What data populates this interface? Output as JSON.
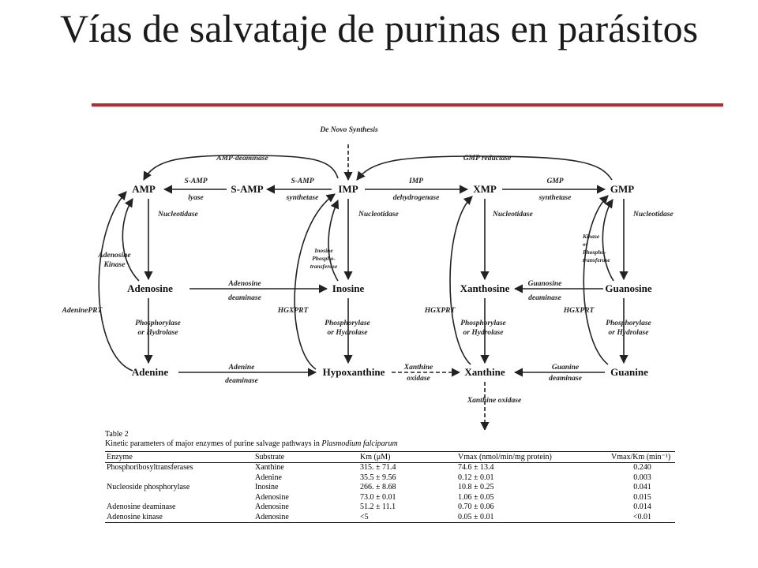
{
  "title": "Vías de salvataje de purinas en parásitos",
  "colors": {
    "rule": "#c0272d",
    "ink": "#111111"
  },
  "diagram": {
    "top_label": "De Novo Synthesis",
    "nodes": {
      "amp": "AMP",
      "samp": "S-AMP",
      "imp": "IMP",
      "xmp": "XMP",
      "gmp": "GMP",
      "adenosine": "Adenosine",
      "inosine": "Inosine",
      "xanthosine": "Xanthosine",
      "guanosine": "Guanosine",
      "adenine": "Adenine",
      "hypoxanthine": "Hypoxanthine",
      "xanthine": "Xanthine",
      "guanine": "Guanine"
    },
    "enzymes": {
      "amp_deaminase": "AMP-deaminase",
      "gmp_reductase": "GMP reductase",
      "samp_lyase_1": "S-AMP",
      "samp_lyase_2": "lyase",
      "samp_synth_1": "S-AMP",
      "samp_synth_2": "synthetase",
      "imp_dh_1": "IMP",
      "imp_dh_2": "dehydrogenase",
      "gmp_synth_1": "GMP",
      "gmp_synth_2": "synthetase",
      "nucleotidase_1": "Nucleotidase",
      "nucleotidase_2": "Nucleotidase",
      "nucleotidase_3": "Nucleotidase",
      "nucleotidase_4": "Nucleotidase",
      "adenosine_kinase_1": "Adenosine",
      "adenosine_kinase_2": "Kinase",
      "inosine_kinase_1": "Inosine",
      "inosine_kinase_2": "Phospho-",
      "inosine_kinase_3": "transferase",
      "guanosine_kinase_1": "Kinase",
      "guanosine_kinase_2": "or",
      "guanosine_kinase_3": "Phospho-",
      "guanosine_kinase_4": "transferase",
      "adenosine_deaminase_1": "Adenosine",
      "adenosine_deaminase_2": "deaminase",
      "guanosine_deaminase_1": "Guanosine",
      "guanosine_deaminase_2": "deaminase",
      "adenine_prt": "AdeninePRT",
      "hgxprt_1": "HGXPRT",
      "hgxprt_2": "HGXPRT",
      "hgxprt_3": "HGXPRT",
      "phos_1a": "Phosphorylase",
      "phos_1b": "or Hydrolase",
      "phos_2a": "Phosphorylase",
      "phos_2b": "or Hydrolase",
      "phos_3a": "Phosphorylase",
      "phos_3b": "or Hydrolase",
      "phos_4a": "Phosphorylase",
      "phos_4b": "or Hydrolase",
      "adenine_deaminase_1": "Adenine",
      "adenine_deaminase_2": "deaminase",
      "xanthine_oxidase_1": "Xanthine",
      "xanthine_oxidase_2": "oxidase",
      "guanine_deaminase_1": "Guanine",
      "guanine_deaminase_2": "deaminase",
      "xanthine_oxidase_bottom": "Xanthine oxidase"
    }
  },
  "table": {
    "number": "Table 2",
    "caption_prefix": "Kinetic parameters of major enzymes of purine salvage pathways in ",
    "caption_species": "Plasmodium falciparum",
    "headers": [
      "Enzyme",
      "Substrate",
      "Km (μM)",
      "Vmax (nmol/min/mg protein)",
      "Vmax/Km (min⁻¹)"
    ],
    "rows": [
      [
        "Phosphoribosyltransferases",
        "Xanthine",
        "315. ± 71.4",
        "74.6 ± 13.4",
        "0.240"
      ],
      [
        "",
        "Adenine",
        "35.5 ± 9.56",
        "0.12 ± 0.01",
        "0.003"
      ],
      [
        "Nucleoside phosphorylase",
        "Inosine",
        "266. ± 8.68",
        "10.8 ± 0.25",
        "0.041"
      ],
      [
        "",
        "Adenosine",
        "73.0 ± 0.01",
        "1.06 ± 0.05",
        "0.015"
      ],
      [
        "Adenosine deaminase",
        "Adenosine",
        "51.2 ± 11.1",
        "0.70 ± 0.06",
        "0.014"
      ],
      [
        "Adenosine kinase",
        "Adenosine",
        "<5",
        "0.05 ± 0.01",
        "<0.01"
      ]
    ]
  }
}
